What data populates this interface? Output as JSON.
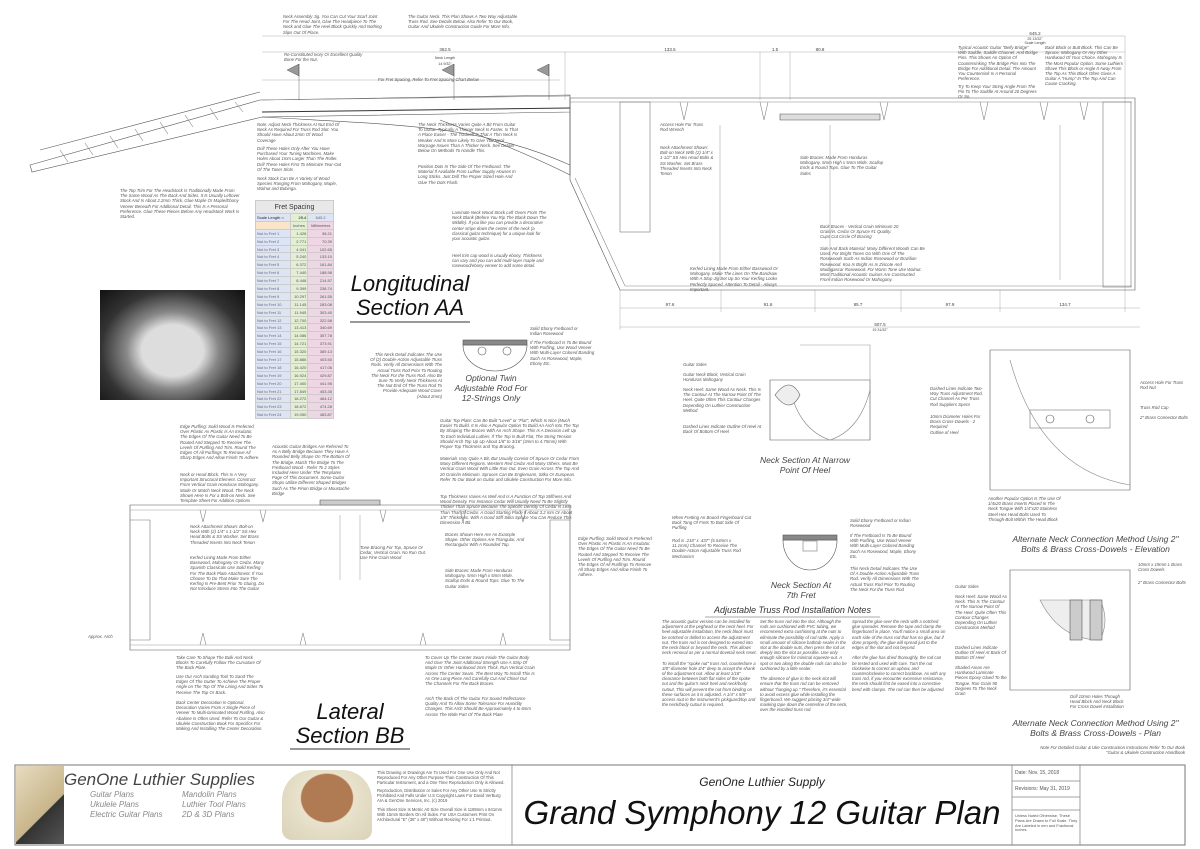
{
  "fret_table": {
    "title": "Fret Spacing",
    "scale_label": "Scale Length =",
    "scale_in": "25.4",
    "scale_mm": "645.2",
    "col_in": "Inches",
    "col_mm": "Millimeters",
    "rows": [
      {
        "label": "Nut to Fret 1",
        "in": "1.426",
        "mm": "36.21"
      },
      {
        "label": "Nut to Fret 2",
        "in": "2.771",
        "mm": "70.39"
      },
      {
        "label": "Nut to Fret 3",
        "in": "4.041",
        "mm": "102.65"
      },
      {
        "label": "Nut to Fret 4",
        "in": "5.240",
        "mm": "133.10"
      },
      {
        "label": "Nut to Fret 5",
        "in": "6.372",
        "mm": "161.84"
      },
      {
        "label": "Nut to Fret 6",
        "in": "7.440",
        "mm": "188.98"
      },
      {
        "label": "Nut to Fret 7",
        "in": "8.448",
        "mm": "214.57"
      },
      {
        "label": "Nut to Fret 8",
        "in": "9.399",
        "mm": "238.74"
      },
      {
        "label": "Nut to Fret 9",
        "in": "10.297",
        "mm": "261.55"
      },
      {
        "label": "Nut to Fret 10",
        "in": "11.145",
        "mm": "283.08"
      },
      {
        "label": "Nut to Fret 11",
        "in": "11.945",
        "mm": "303.40"
      },
      {
        "label": "Nut to Fret 12",
        "in": "12.700",
        "mm": "322.58"
      },
      {
        "label": "Nut to Fret 13",
        "in": "13.413",
        "mm": "340.69"
      },
      {
        "label": "Nut to Fret 14",
        "in": "14.086",
        "mm": "357.78"
      },
      {
        "label": "Nut to Fret 15",
        "in": "14.721",
        "mm": "373.91"
      },
      {
        "label": "Nut to Fret 16",
        "in": "15.320",
        "mm": "389.13"
      },
      {
        "label": "Nut to Fret 17",
        "in": "15.886",
        "mm": "403.50"
      },
      {
        "label": "Nut to Fret 18",
        "in": "16.420",
        "mm": "417.06"
      },
      {
        "label": "Nut to Fret 19",
        "in": "16.924",
        "mm": "429.87"
      },
      {
        "label": "Nut to Fret 20",
        "in": "17.400",
        "mm": "441.95"
      },
      {
        "label": "Nut to Fret 21",
        "in": "17.849",
        "mm": "453.35"
      },
      {
        "label": "Nut to Fret 22",
        "in": "18.272",
        "mm": "464.12"
      },
      {
        "label": "Nut to Fret 23",
        "in": "18.672",
        "mm": "474.28"
      },
      {
        "label": "Nut to Fret 24",
        "in": "19.050",
        "mm": "483.87"
      }
    ]
  },
  "sections": {
    "longitudinal": "Longitudinal Section AA",
    "lateral": "Lateral Section BB",
    "twin_rod": "Optional Twin Adjustable Rod For 12-Strings Only",
    "neck_narrow": "Neck Section At Narrow Point Of Heel",
    "neck_7th": "Neck Section At 7th Fret",
    "alt_elevation": "Alternate Neck Connection Method Using 2\" Bolts & Brass Cross-Dowels - Elevation",
    "alt_plan": "Alternate Neck Connection Method Using 2\" Bolts & Brass Cross-Dowels - Plan",
    "truss_title": "Adjustable Truss Rod Installation Notes"
  },
  "dimensions": {
    "scale": "645.2",
    "scale_in": "25 13/32\"",
    "scale_caption": "Scale Length",
    "neck": "362.5",
    "neck_caption": "Neck Length",
    "neck_in": "14 9/32\"",
    "d1": "133.5",
    "d2": "1.5",
    "d3": "80.8",
    "b1": "97.6",
    "b2": "91.6",
    "b3": "85.7",
    "b4": "97.9",
    "b5": "134.7",
    "total": "507.5",
    "total_in": "19 31/32\""
  },
  "notes": {
    "jig": "Neck Assembly Jig. You Can Cut Your Scarf Joint For The Head Joint, Glue The Headpiece To The Neck and Glue The Heel Block Quickly And Nothing Slips Out Of Place.",
    "truss_top": "The Guitar Neck. This Plan Shows A Two Way Adjustable Truss Rod. See Details Below. Also Refer To Our Book, Guitar And Ukulele Construction Guide For More Info.",
    "nut": "Re-Constituted Ivory Or Excellent Quality Bone For the Nut.",
    "fret_ref": "For Fret Spacing, Refer To Fret Spacing Chart Below",
    "bridge": "Typical Acoustic Guitar \"Belly Bridge\" With Saddle, Saddle Channel, And Bridge Pins. This Shows An Option Of Countersinking The Bridge Pins Into The Bridge For Additional Detail. The Amount You Countersink Is A Personal Preference.",
    "string_angle": "Try To Keep Your String Angle From The Pin To The Saddle At Around 20 Degrees Or So.",
    "back_block": "Back Block or Butt Block. This Can Be Spruce, Mahogany Or Any Other Hardwood Of Your Choice. Mahogany Is The Most Popular Option. Some Luthiers Shave This Block or Angle It Away From The Top As This Block Often Gives A Guitar A \"Hump\" In The Top And Can Cause Cracking.",
    "neck_thickness": "Note: Adjust Neck Thickness At Nut End Of Neck As Required For Truss Rod Slot. You Should Have About 2mm Of Wood Coverage",
    "tuner_holes": "Drill These Holes Only After You Have Purchased Your Tuning Machines. Make Holes About 1mm Larger Than The Roller. Drill These Holes First To Minimize Tear-Out Of The Tuner Slots",
    "neck_stock": "Neck Stock Can Be A Variety of Wood Species Ranging From Mahogany, Maple, Walnut and Bubinga.",
    "headstock_trim": "The Top Trim For The Headstock Is Traditionally Made From The Same Wood As The Back And Sides. It Is Usually Leftover Stock And Is About 2.2mm Thick. Glue Maple Or Maple/Ebony Veneer Beneath For Additional Detail. This Is A Personal Preference. Glue These Pieces Before Any Headstock Work Is Started.",
    "neck_taper": "The Neck Thickness Varies Quite A Bit From Guitar To Guitar. Typically A Thinner Neck Is Faster. Is That A Place Easier - The Tradeoff Is That A Thin Neck Is Weaker And Is More Likely To Give You Neck Warpage Issues Than A Thicker Neck. See Details Below On Methods To Handle This.",
    "position_dots": "Position Dots In The Side Of The Fretboard. The Material If Available From Luthier Supply Houses In Long Sticks. Just Drill The Proper Sized Hole And Glue The Dots Flush.",
    "access_hole": "Access Hole For Truss Rod Wrench",
    "neck_attach": "Neck Attachment Shown: Bolt-on Neck With (2) 1/4\" x 1-1/2\" SS Hex Head Bolts & SS Washer. Set Brass Threaded Inserts Into Neck Tenon",
    "laminate": "Laminate Neck Wood Stock Left Overs From The Neck Blank (Before You Rip The Blank Down The Middle). If you like you can provide a decorative center stripe down the center of the neck (a classical guitar technique) for a unique look for your acoustic guitar.",
    "heel_cap": "Heel trim cap wood is usually ebony. Thickness can vary and you can add multi-layer maple and rosewood/ebony veneer to add some detail.",
    "side_braces": "Side Braces: Made From Honduras Mahogany. 5mm High x 5mm Wide. Scallop Ends & Round Tops. Glue To The Guitar Sides",
    "back_braces": "Back Braces - Vertical Grain Minimum 20 Grain/in. Cedar Or Spruce #1 Quality. Cups Cut Circle Of Bracing",
    "back_sides": "Side And Back Material: Many Different Woods Can Be Used. For Bright Tones Go With One Of The Rosewoods Such As Indian Rosewood or Brazilian Rosewood. Koa Is Bright As Is Ziricote And Madagascar Rosewood. For Warm Tone Use Walnut. Most Traditional Acoustic Guitars Are Constructed From Indian Rosewood Or Mahogany.",
    "kerfing": "Kerfed Lining Made From Either Basswood Or Mahogany. Make The Lines On The Bandsaw With A Stop Jig Set Up So Your Kerfing Looks Perfectly Spaced. Attention To Detail - Always Important.",
    "twin_rod": "This Neck Detail Indicates The Use Of (2) Double-Action Adjustable Truss Rods. Verify All Dimensions With The Actual Truss Rod Prior To Routing The Neck For the Truss Rod. Also Be Sure To Verify Neck Thickness At The Nut End Of The Truss Rod To Provide Adequate Wood Cover (About 2mm)",
    "ebony_fb": "Solid Ebony Fretboard or Indian Rosewood",
    "purfling_fb": "If The Fretboard Is To Be Bound With Purfling, Use Wood Veneer With Multi-Layer Colored Banding Such As Rosewood, Maple, Ebony Etc.",
    "guitar_sides": "Guitar Sides",
    "heel_mahog": "Guitar Neck Block, Vertical Grain Honduras Mahogany",
    "heel_contour": "Neck Heel: Same Wood As Neck. This Is The Contour At The Narrow Point Of The Heel. Quite Often This Contour Changes Depending On Luthier Construction Method",
    "dashed_lines": "Dashed Lines Indicate Outline Of Heel At Back Of Bottom Of Heel",
    "edge_purfling": "Edge Purfling: Solid Wood Is Preferred Over Plastic As Plastic Is An Insulator. The Edges Of The Guitar Need To Be Routed And Stepped To Receive The Levels Of Purfling And Trim. Round The Edges Of All Purflings To Remove All Sharp Edges And Allow Finish To Adhere.",
    "neck_block": "Neck or Head Block. This Is A Very Important Structural Element. Construct From Vertical Grain Honduras Mahogany. Made Or Match Neck Wood. The Neck Shown Here Is For a Bolt-on Neck. See Template Sheet For Addition Options",
    "acoustic_bridges": "Acoustic Guitar Bridges Are Referred To As A Belly Bridge Because They Have A Rounded Belly Shape On The Bottom Of The Bridge. Match The Bridge To The Fretboard Wood - Refer To 2 Styles Included Here Under The Templates Page Of This Document. Some Guitar Shops Utilize Different Shaped Bridges Such As The Pinon Bridge or Moustache Bridge",
    "top_plate": "Guitar Top Plate: Can Be Built \"Level\" or \"Flat\", Which Is Nice (Much Easier To Build. It Is Also A Popular Option To Build An Arch Into The Top By Shaping The Braces With An Arch Shape. This Is A Decision Left Up To Each Individual Luthier. If The Top Is Built Flat, The String Tension Should Arch Top Up Up About 1/8\" to 3/16\" (3mm to 4.75mm) With Proper Top Thickness and Top Bracing.",
    "top_materials": "Materials Vary Quite A Bit, But Usually Consist Of Spruce Or Cedar From Many Different Regions. Western Red Cedar And Many Others. Must Be Vertical Grain Wood With Little Run Out. Even Grain Across The Top And 20 Grain/in Minimum. Spruces Can Be Englemann, Sitka Or European. Refer To Our Book on Guitar and Ukulele Construction For More Info.",
    "top_thickness": "Top Thickness Varies As Well And Is A Function Of Top Stiffness And Wood Density. For Instance Cedar Will Usually Need To Be Slightly Thicker Than Spruce Because The Specific Density Of Cedar Is Less Than That Of Cedar. A Good Starting Place If About 3.2 mm Or About 1/8\" Thickness. With A Good Stiff Sitka Spruce You Can Reduce This Dimension A Bit.",
    "braces_shown": "Braces Shown Here Are An Example Shape. Other Options Are Triangular, And Rectangular With A Rounded Top.",
    "tone_bracing": "Tone Bracing For Top, Spruce Or Cedar, Vertical Grain. No Run Out. Use Fine Grain Wood",
    "side_braces2": "Side Braces: Made From Honduras Mahogany. 5mm High x 5mm Wide. Scallop Ends & Round Tops. Glue To The Guitar Sides",
    "kerfed_lining": "Kerfed Lining Made From Either Basswood, Mahogany Or Cedar. Many Spanish Classicals Use Solid Kerfing For The Back Plate Attachment. If You Choose To Do That Make Sure The Kerfing Is Pre-Bent Prior To Gluing. Do Not Introduce Stress Into The Guitar",
    "bridge_stub": "Take Care To Shape The Bulk And Neck Blocks To Carefully Follow The Curvature Of The Back Plate.",
    "arch_sanding": "Use Our Arch Sanding Tool To Sand The Edges Of The Gutter To Achieve The Proper Angle on The Top Of The Lining And Sides To Receive The Top Or Back.",
    "back_center": "Back Center Decoration Is Optional. Decoration Varies From A Single Piece of Veneer To Multi-laminated Wood Purfling. Also Abalone Is Often Used. Refer To Our Guitar & Ukulele Construction Book For Specifics For Making And Installing The Center Decoration.",
    "center_seam": "To Cover Up The Center Seam Inside The Guitar Body And Give The Joint Additional Strength Use A Strip Of Maple Or Other Hardwood 2mm Thick. Run Vertical Grain Across The Center Seam. The Best Way To Install This Is As One Long Piece And Carefully Cut And Chisel Out The Channels For The Back Braces.",
    "arch_back": "Arch The Back Of The Guitar For Sound Reflectance Quality And To Allow Some Tolerance For Humidity Changes. This Arch Should Be Approximately 4 to 6mm Across The Wide Part Of The Back Plate",
    "approx_arch": "Approx. Arch",
    "fb_binding": "When Fretting An Bound Fingerboard Cut Back Tang Of Frets To Butt Side Of Purfling",
    "rod_channel": "Rod is .218\" x .437\" (5.54mm x 11.1mm) Channel To Receive The Double-Action Adjustable Truss Rod Mechanism",
    "double_rod": "This Neck Detail Indicates The Use Of A Double-Action Adjustable Truss Rod. Verify All Dimensions With The Actual Truss Rod Prior To Routing The Neck For the Truss Rod",
    "alt_popular": "Another Popular Option Is The Use Of 1/4x20 Brass Inserts Placed In The Neck Tongue With 1/4\"x20 Stainless Steel Hex Head Bolts Used To Through-Bolt Within The Head Block",
    "rod_nut": "Access Hole For Truss Rod Nut",
    "truss_cap": "Truss Rod Cap",
    "cross_dowels": "2\" Brass Connector Bolts",
    "dashed_two": "Dashed Lines Indicate Two-Way Truss Adjustment Rod. Cut Channel As Per Truss Rod Suppliers Specs",
    "drill_10": "10mm Diameter Holes For Brass Cross-Dowels - 2 Required",
    "outline_heel": "Outline of Heel",
    "brass_dowels": "10mm x 19mm L Brass Cross Dowels",
    "shaded": "Shaded Areas Are Hardwood Laminate Pieces Epoxy Glued To the Tongue. Run Grain 90 Degrees To The Neck Grain",
    "drill_holes": "Drill 10mm Holes Through Head Block And Neck Block For Cross Dowel Installation",
    "book_ref": "Note For Detailed Guitar & Uke Construction Instructions Refer To Our Book \"Guitar & Ukulele Construction Handbook"
  },
  "truss_notes": [
    "The acoustic guitar version can be installed for adjustment at the peghead or the neck heel. For heel-adjustable installation, the neck block must be notched or drilled to access the adjustment nut. The truss rod is not designed to extend into the neck block or beyond the neck. This allows neck removal as per a normal dovetail neck reset.\n\nTo install the \"spoke nut\" truss rod, counterbore a 3/8\"-diameter hole 3/4\" deep to accept the shank of the adjustment nut. Allow at least 1/16\" clearance between both flat sides of the spoke nut and the guitar's neck heel and neck/body cutout. This will prevent the nut from binding on these surfaces as it is adjusted. A 1/4\" x 5/8\" access rout in the instrument's pickguard/top and the neck/body cutout is required.",
    "Set the truss rod into the slot. Although the rods are cushioned with PVC tubing, we recommend extra cushioning at the nuts to eliminate the possibility of rod rattle. Apply a small amount of silicone bathtub sealer in the slot at the double nuts, then press the rod as deeply into the slot as possible. Use only enough silicone for minimal squeeze-out. A spot or two along the double rods can also be cushioned by a little sealer.\n\nThe absence of glue in the neck slot will ensure that the truss rod can be removed without \"hanging up.\" Therefore, it's essential to avoid excess glue while installing the fingerboard. We suggest placing 3/4\"-wide masking tape down the centerline of the neck, over the installed truss rod.",
    "Spread the glue over the neck with a notched glue spreader. Remove the tape and clamp the fingerboard in place. You'll notice a small area on each side of the truss rod that has no glue, but if done properly, the glue will spread just to the edges of the slot and not beyond.\n\nAfter the glue has dried thoroughly, the rod can be tested and used with care. Turn the nut clockwise to correct an upbow, and counterclockwise to correct backbow. As with any truss rod, if you encounter excessive resistance, the neck should first be eased into a corrective bend with clamps. The rod can then be adjusted."
  ],
  "title_block": {
    "company_logo": "GenOne Luthier Supplies",
    "products": [
      "Guitar Plans",
      "Mandolin Plans",
      "Ukulele Plans",
      "Luthier Tool Plans",
      "Electric Guitar Plans",
      "2D & 3D Plans"
    ],
    "legal_1": "This Drawing or Drawings Are To Used For One Use Only And Not Reproduced For Any Other Purpose Than Construction Of This Particular Instrument, and a One Time Reproduction Only is Allowed.",
    "legal_2": "Reproduction, Distribution or Sales For Any Other Use Is Strictly Prohibited And Falls Under U.S Copyright Laws For David VerBurg AIA & GenOne Services, Inc. (c) 2019",
    "legal_3": "This Sheet Size Is Metric A0 Size Overall Size is 1189mm x 841mm With 15mm Borders On All Sides. For USA Customers Print On Architectural \"E\" (36\" x 48\") Without Resizing For 1:1 Printout.",
    "company": "GenOne Luthier Supply",
    "title": "Grand Symphony 12 Guitar Plan",
    "date": "Date: Nov. 15, 2018",
    "revisions": "Revisions: May 31, 2019",
    "scale_note": "Unless Noted Otherwise, These Plans Are Drawn to Full Scale. They Are Labeled in mm and Fractional Inches."
  }
}
